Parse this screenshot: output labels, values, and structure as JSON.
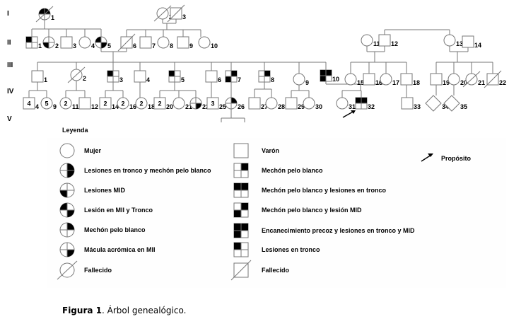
{
  "generations": [
    "I",
    "II",
    "III",
    "IV",
    "V"
  ],
  "legend": {
    "title": "Leyenda",
    "female_items": [
      {
        "symbol": "female",
        "pattern": [
          0,
          0,
          0,
          0
        ],
        "label": "Mujer"
      },
      {
        "symbol": "female",
        "pattern": [
          0,
          1,
          0,
          1
        ],
        "label": "Lesiones en tronco y mechón pelo blanco"
      },
      {
        "symbol": "female",
        "pattern": [
          0,
          0,
          1,
          0
        ],
        "label": "Lesiones MID"
      },
      {
        "symbol": "female",
        "pattern": [
          1,
          0,
          0,
          1
        ],
        "label": "Lesión en MII y Tronco"
      },
      {
        "symbol": "female",
        "pattern": [
          0,
          1,
          0,
          0
        ],
        "label": "Mechón pelo blanco"
      },
      {
        "symbol": "female",
        "pattern": [
          0,
          0,
          0,
          1
        ],
        "label": "Mácula acrómica en MII"
      },
      {
        "symbol": "female",
        "pattern": [
          0,
          0,
          0,
          0
        ],
        "deceased": true,
        "label": "Fallecido"
      }
    ],
    "male_items": [
      {
        "symbol": "male",
        "pattern": [
          0,
          0,
          0,
          0
        ],
        "plain": true,
        "label": "Varón"
      },
      {
        "symbol": "male",
        "pattern": [
          0,
          1,
          0,
          0
        ],
        "label": "Mechón pelo blanco"
      },
      {
        "symbol": "male",
        "pattern": [
          1,
          1,
          0,
          0
        ],
        "label": "Mechón pelo blanco y lesiones en tronco"
      },
      {
        "symbol": "male",
        "pattern": [
          0,
          1,
          1,
          0
        ],
        "label": "Mechón pelo blanco y lesión MID"
      },
      {
        "symbol": "male",
        "pattern": [
          1,
          1,
          1,
          0
        ],
        "label": "Encanecimiento precoz y lesiones en tronco y MID"
      },
      {
        "symbol": "male",
        "pattern": [
          1,
          0,
          0,
          0
        ],
        "label": "Lesiones en tronco"
      },
      {
        "symbol": "male",
        "pattern": [
          0,
          0,
          0,
          0
        ],
        "plain": true,
        "deceased": true,
        "label": "Fallecido"
      }
    ],
    "proband_label": "Propósito"
  },
  "individuals": [
    {
      "id": "I-1",
      "gen": "I",
      "num": "1",
      "sex": "female",
      "pattern": [
        1,
        1,
        0,
        0
      ],
      "deceased": true
    },
    {
      "id": "I-2",
      "gen": "I",
      "num": "2",
      "sex": "female",
      "deceased": true
    },
    {
      "id": "I-3",
      "gen": "I",
      "num": "3",
      "sex": "male",
      "deceased": true
    },
    {
      "id": "II-1",
      "gen": "II",
      "num": "1",
      "sex": "male",
      "pattern": [
        1,
        0,
        0,
        0
      ]
    },
    {
      "id": "II-2",
      "gen": "II",
      "num": "2",
      "sex": "female",
      "pattern": [
        0,
        0,
        1,
        0
      ]
    },
    {
      "id": "II-3",
      "gen": "II",
      "num": "3",
      "sex": "male"
    },
    {
      "id": "II-4",
      "gen": "II",
      "num": "4",
      "sex": "female"
    },
    {
      "id": "II-5",
      "gen": "II",
      "num": "5",
      "sex": "female",
      "pattern": [
        1,
        0,
        0,
        1
      ]
    },
    {
      "id": "II-6",
      "gen": "II",
      "num": "6",
      "sex": "male",
      "deceased": true
    },
    {
      "id": "II-7",
      "gen": "II",
      "num": "7",
      "sex": "male"
    },
    {
      "id": "II-8",
      "gen": "II",
      "num": "8",
      "sex": "female"
    },
    {
      "id": "II-9",
      "gen": "II",
      "num": "9",
      "sex": "male"
    },
    {
      "id": "II-10",
      "gen": "II",
      "num": "10",
      "sex": "female"
    },
    {
      "id": "II-11",
      "gen": "II",
      "num": "11",
      "sex": "female"
    },
    {
      "id": "II-12",
      "gen": "II",
      "num": "12",
      "sex": "male"
    },
    {
      "id": "II-13",
      "gen": "II",
      "num": "13",
      "sex": "female"
    },
    {
      "id": "II-14",
      "gen": "II",
      "num": "14",
      "sex": "male"
    },
    {
      "id": "III-1",
      "gen": "III",
      "num": "1",
      "sex": "male"
    },
    {
      "id": "III-2",
      "gen": "III",
      "num": "2",
      "sex": "female",
      "deceased": true
    },
    {
      "id": "III-3",
      "gen": "III",
      "num": "3",
      "sex": "male",
      "pattern": [
        1,
        0,
        0,
        0
      ]
    },
    {
      "id": "III-4",
      "gen": "III",
      "num": "4",
      "sex": "male"
    },
    {
      "id": "III-5",
      "gen": "III",
      "num": "5",
      "sex": "male",
      "pattern": [
        1,
        0,
        0,
        0
      ]
    },
    {
      "id": "III-6",
      "gen": "III",
      "num": "6",
      "sex": "male"
    },
    {
      "id": "III-7",
      "gen": "III",
      "num": "7",
      "sex": "male",
      "pattern": [
        0,
        1,
        1,
        0
      ]
    },
    {
      "id": "III-8",
      "gen": "III",
      "num": "8",
      "sex": "male",
      "pattern": [
        0,
        1,
        0,
        0
      ]
    },
    {
      "id": "III-9",
      "gen": "III",
      "num": "9",
      "sex": "female"
    },
    {
      "id": "III-10",
      "gen": "III",
      "num": "10",
      "sex": "male",
      "pattern": [
        1,
        1,
        1,
        0
      ]
    },
    {
      "id": "III-15",
      "gen": "III",
      "num": "15",
      "sex": "female"
    },
    {
      "id": "III-16",
      "gen": "III",
      "num": "16",
      "sex": "male"
    },
    {
      "id": "III-17",
      "gen": "III",
      "num": "17",
      "sex": "female"
    },
    {
      "id": "III-18",
      "gen": "III",
      "num": "18",
      "sex": "male"
    },
    {
      "id": "III-19",
      "gen": "III",
      "num": "19",
      "sex": "male"
    },
    {
      "id": "III-20",
      "gen": "III",
      "num": "20",
      "sex": "female"
    },
    {
      "id": "III-21",
      "gen": "III",
      "num": "21",
      "sex": "female",
      "deceased": true
    },
    {
      "id": "III-22",
      "gen": "III",
      "num": "22",
      "sex": "male",
      "deceased": true
    },
    {
      "id": "IV-4",
      "gen": "IV",
      "num": "4",
      "sex": "male",
      "count": "4"
    },
    {
      "id": "IV-9",
      "gen": "IV",
      "num": "9",
      "sex": "female",
      "count": "5"
    },
    {
      "id": "IV-11",
      "gen": "IV",
      "num": "11",
      "sex": "female",
      "count": "2"
    },
    {
      "id": "IV-12",
      "gen": "IV",
      "num": "12",
      "sex": "male"
    },
    {
      "id": "IV-14",
      "gen": "IV",
      "num": "14",
      "sex": "male",
      "count": "2"
    },
    {
      "id": "IV-16",
      "gen": "IV",
      "num": "16",
      "sex": "female",
      "count": "2"
    },
    {
      "id": "IV-18",
      "gen": "IV",
      "num": "18",
      "sex": "female",
      "count": "2"
    },
    {
      "id": "IV-20",
      "gen": "IV",
      "num": "20",
      "sex": "male",
      "count": "2"
    },
    {
      "id": "IV-21",
      "gen": "IV",
      "num": "21",
      "sex": "female"
    },
    {
      "id": "IV-22",
      "gen": "IV",
      "num": "22",
      "sex": "female",
      "pattern": [
        0,
        0,
        0,
        1
      ]
    },
    {
      "id": "IV-25",
      "gen": "IV",
      "num": "25",
      "sex": "male",
      "count": "3"
    },
    {
      "id": "IV-26",
      "gen": "IV",
      "num": "26",
      "sex": "female",
      "pattern": [
        0,
        1,
        0,
        0
      ]
    },
    {
      "id": "IV-27",
      "gen": "IV",
      "num": "27",
      "sex": "male"
    },
    {
      "id": "IV-28",
      "gen": "IV",
      "num": "28",
      "sex": "female"
    },
    {
      "id": "IV-29",
      "gen": "IV",
      "num": "29",
      "sex": "male"
    },
    {
      "id": "IV-30",
      "gen": "IV",
      "num": "30",
      "sex": "female"
    },
    {
      "id": "IV-31",
      "gen": "IV",
      "num": "31",
      "sex": "female"
    },
    {
      "id": "IV-32",
      "gen": "IV",
      "num": "32",
      "sex": "male",
      "pattern": [
        1,
        1,
        0,
        0
      ],
      "proband": true
    },
    {
      "id": "IV-33",
      "gen": "IV",
      "num": "33",
      "sex": "male"
    },
    {
      "id": "IV-34",
      "gen": "IV",
      "num": "34",
      "sex": "unknown"
    },
    {
      "id": "IV-35",
      "gen": "IV",
      "num": "35",
      "sex": "unknown"
    }
  ],
  "caption": {
    "label": "Figura 1",
    "text": ". Árbol genealógico."
  }
}
